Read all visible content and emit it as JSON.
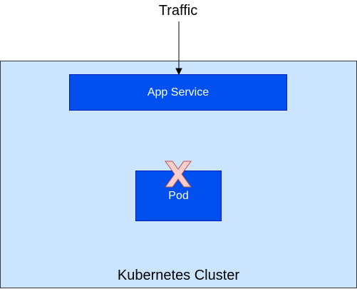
{
  "traffic": {
    "label": "Traffic"
  },
  "app_service": {
    "label": "App Service"
  },
  "pod": {
    "label": "Pod",
    "status_icon": "x-fail-icon"
  },
  "cluster": {
    "label": "Kubernetes Cluster"
  },
  "colors": {
    "cluster_fill": "#cce5ff",
    "service_fill": "#0050ef",
    "fail_fill": "#f8cecc",
    "fail_stroke": "#b85450"
  }
}
